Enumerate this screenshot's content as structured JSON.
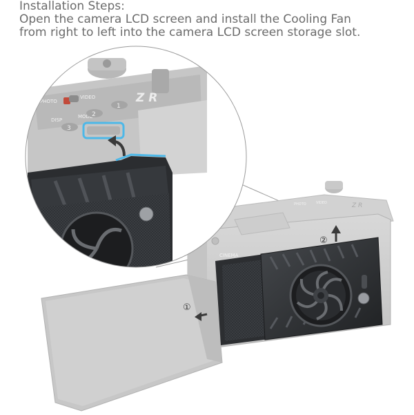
{
  "caption": {
    "heading": "Installation Steps:",
    "line1": "Open the camera LCD screen and install the Cooling Fan",
    "line2": "from right to left into the camera LCD screen storage slot."
  },
  "steps": [
    {
      "marker": "①",
      "direction": "left"
    },
    {
      "marker": "②",
      "direction": "up"
    }
  ],
  "camera_labels": {
    "photo": "PHOTO",
    "video": "VIDEO",
    "disp": "DISP",
    "mode": "MODE",
    "btn1": "1",
    "btn2": "2",
    "btn3": "3",
    "model": "Z R",
    "body_text": "CINEMA"
  },
  "colors": {
    "camera_body": "#cfcfcf",
    "camera_shadow": "#b6b6b6",
    "fan_dark": "#2e3033",
    "accent_blue": "#4db8e8",
    "arrow": "#3a3a3a",
    "text": "#6b6b6b"
  },
  "icons": [
    "arrow-left-icon",
    "arrow-up-icon",
    "curved-arrow-icon",
    "fan-icon"
  ]
}
